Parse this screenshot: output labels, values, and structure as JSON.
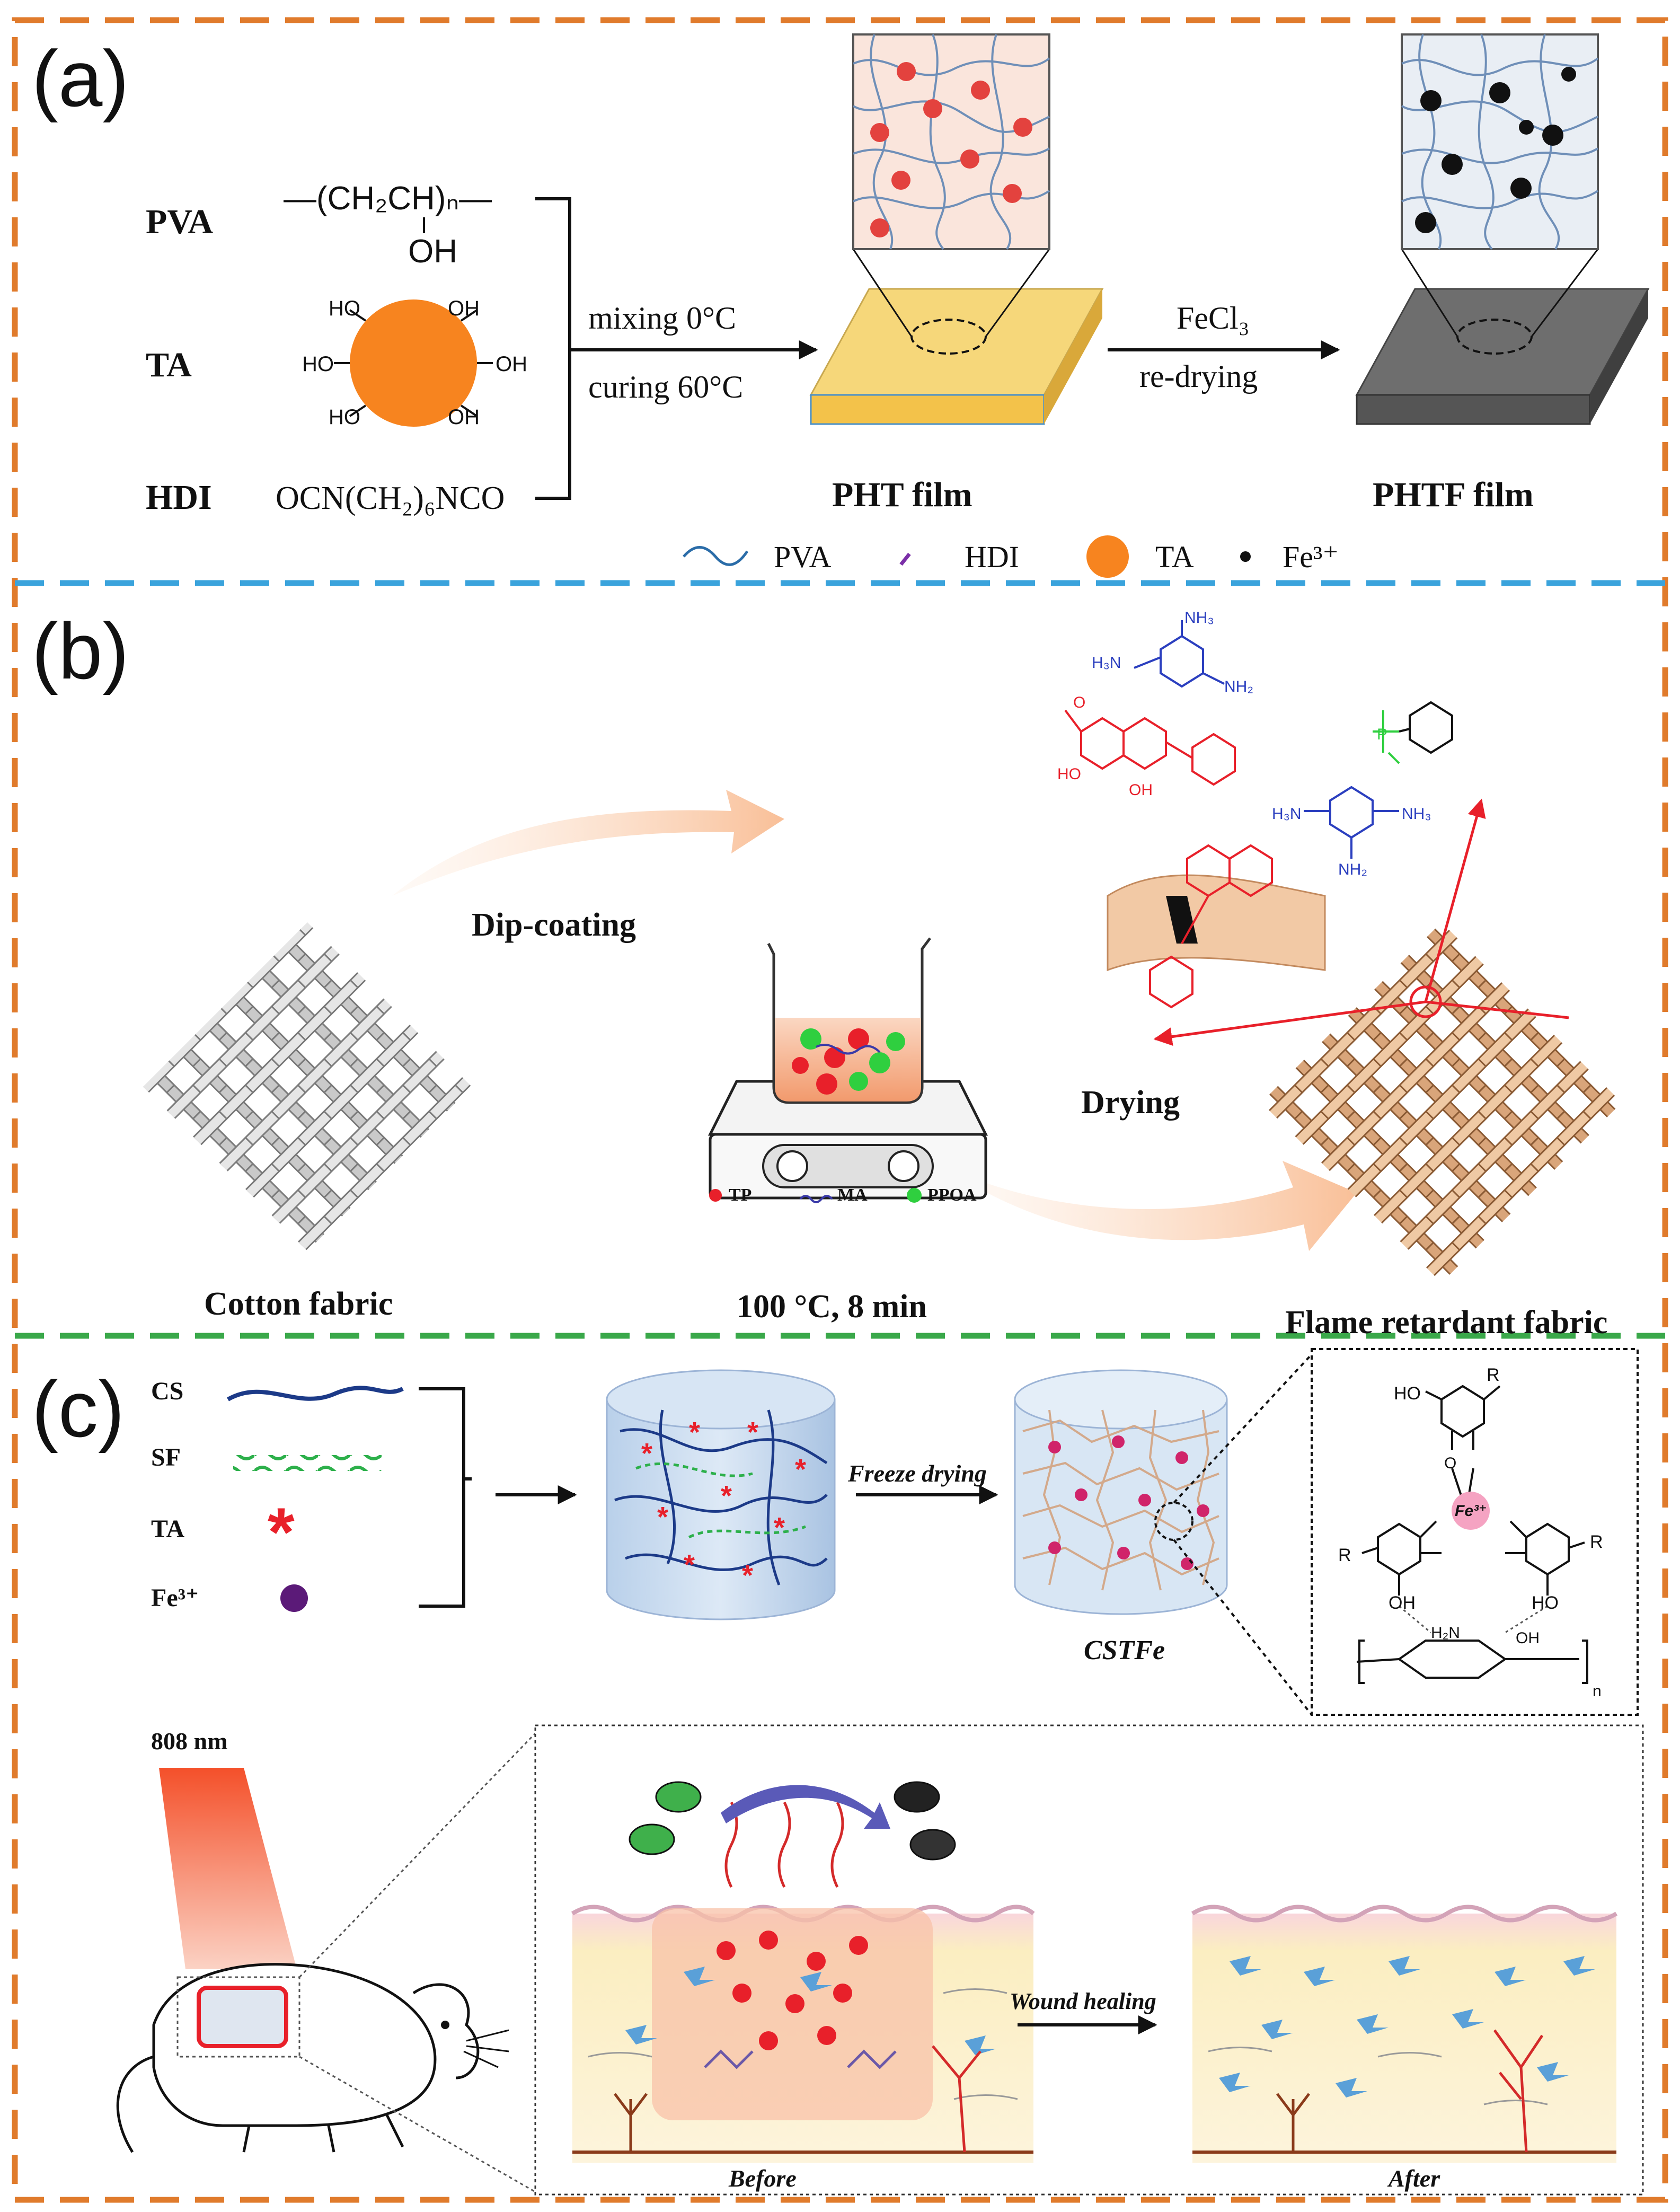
{
  "panels": {
    "a": {
      "label": "(a)",
      "reactants": [
        {
          "name": "PVA",
          "formula_main": "—(CH₂CH)ₙ—",
          "formula_sub": "OH"
        },
        {
          "name": "TA",
          "groups": [
            "HO",
            "OH",
            "HO",
            "OH",
            "HO",
            "OH"
          ]
        },
        {
          "name": "HDI",
          "formula_main": "OCN(CH₂)₆NCO"
        }
      ],
      "step1_top": "mixing 0°C",
      "step1_bottom": "curing 60°C",
      "product1": "PHT film",
      "step2_top": "FeCl₃",
      "step2_bottom": "re-drying",
      "product2": "PHTF film",
      "legend": [
        "PVA",
        "HDI",
        "TA",
        "Fe³⁺"
      ]
    },
    "b": {
      "label": "(b)",
      "start": "Cotton fabric",
      "step1": "Dip-coating",
      "condition": "100 °C, 8 min",
      "step2": "Drying",
      "end": "Flame retardant fabric",
      "legend": [
        "TP",
        "MA",
        "PPOA"
      ],
      "chem_labels": [
        "NH₃",
        "H₃N",
        "NH₂",
        "HO",
        "OH",
        "O",
        "P",
        "H₃N",
        "NH₃",
        "NH₂"
      ]
    },
    "c": {
      "label": "(c)",
      "components": [
        "CS",
        "SF",
        "TA",
        "Fe³⁺"
      ],
      "step": "Freeze drying",
      "product": "CSTFe",
      "complex_labels": [
        "R",
        "HO",
        "O",
        "Fe³⁺",
        "R",
        "R",
        "OH",
        "HO",
        "H₂N",
        "OH",
        "n"
      ],
      "laser": "808 nm",
      "healing": "Wound healing",
      "before": "Before",
      "after": "After"
    }
  },
  "colors": {
    "orange_border": "#e07b2c",
    "blue_divider": "#3aa3dc",
    "green_divider": "#3aa84a",
    "ta_orange": "#f7841f",
    "pht_yellow": "#f6d77a",
    "phtf_gray": "#6e6e6e"
  }
}
